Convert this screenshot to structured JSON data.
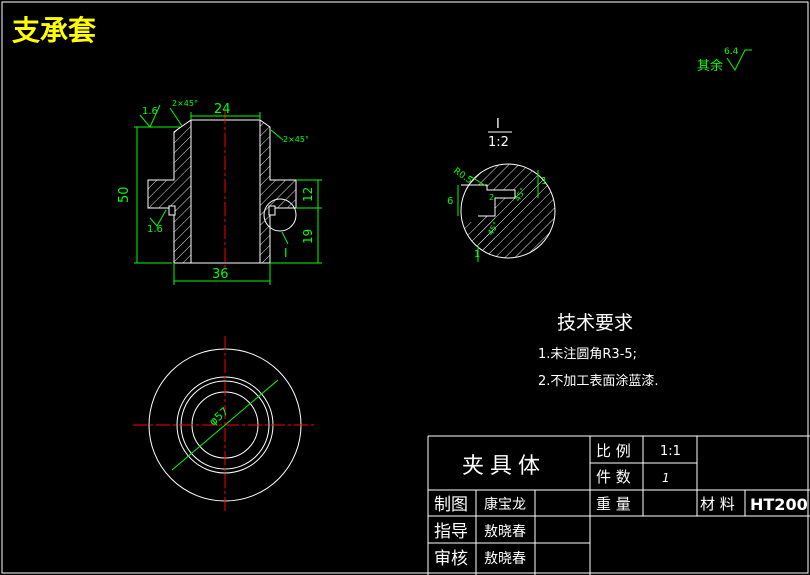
{
  "drawing": {
    "title": "支承套",
    "roughness_note": "其余",
    "roughness_general": "6.4"
  },
  "section_view": {
    "roughness_top": "1.6",
    "roughness_side": "1.6",
    "chamfer_top": "2×45°",
    "chamfer_right": "2×45°",
    "dim_top": "24",
    "dim_height": "50",
    "dim_bottom": "36",
    "dim_flange": "12",
    "dim_lower": "19",
    "detail_mark": "I"
  },
  "detail_view": {
    "label": "I",
    "scale": "1:2",
    "radius": "R0.5",
    "dim_left": "6",
    "dim_right": "1",
    "dim_bottom": "1",
    "small_a": "2",
    "small_b": "45°",
    "small_c": "45°"
  },
  "end_view": {
    "diameter": "φ57"
  },
  "tech_requirements": {
    "heading": "技术要求",
    "items": [
      "1.未注圆角R3-5;",
      "2.不加工表面涂蓝漆."
    ]
  },
  "title_block": {
    "part_name": "夹具体",
    "scale_label": "比 例",
    "scale_value": "1:1",
    "qty_label": "件 数",
    "qty_value": "1",
    "weight_label": "重 量",
    "material_label": "材 料",
    "material_value": "HT200",
    "drawn_label": "制图",
    "drawn_name": "康宝龙",
    "guide_label": "指导",
    "guide_name": "敖晓春",
    "check_label": "审核",
    "check_name": "敖晓春"
  }
}
